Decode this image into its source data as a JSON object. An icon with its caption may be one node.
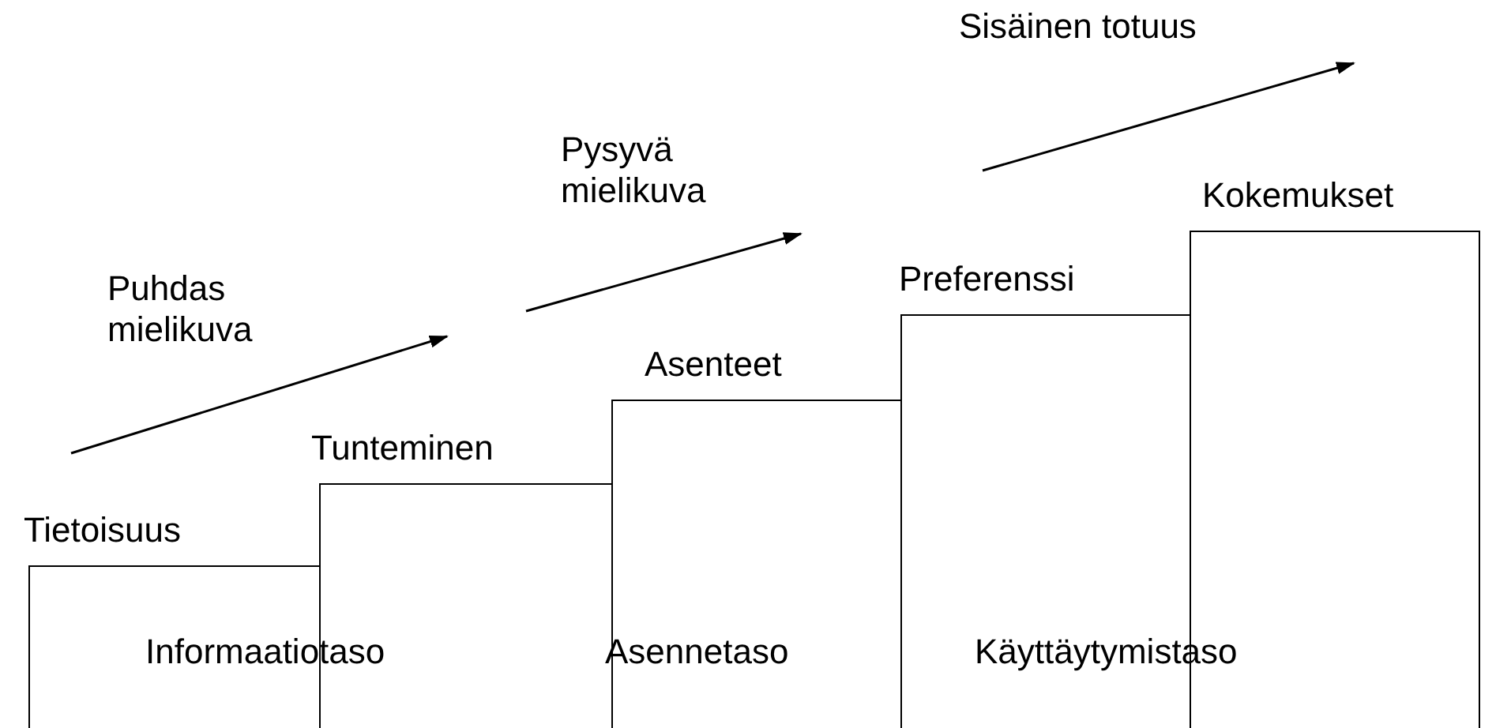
{
  "diagram": {
    "nodes": [
      {
        "text": [
          "Tietoisuus"
        ]
      },
      {
        "text": [
          "Tunteminen"
        ]
      },
      {
        "text": [
          "Asenteet"
        ]
      },
      {
        "text": [
          "Preferenssi"
        ]
      },
      {
        "text": [
          "Kokemukset"
        ]
      }
    ],
    "labels": [
      "Sisäinen totuus",
      "Pysyvä mielikuva",
      "Puhdas mielikuva",
      "Informaatiotaso",
      "Asennetaso",
      "Käyttäytymistaso"
    ]
  }
}
